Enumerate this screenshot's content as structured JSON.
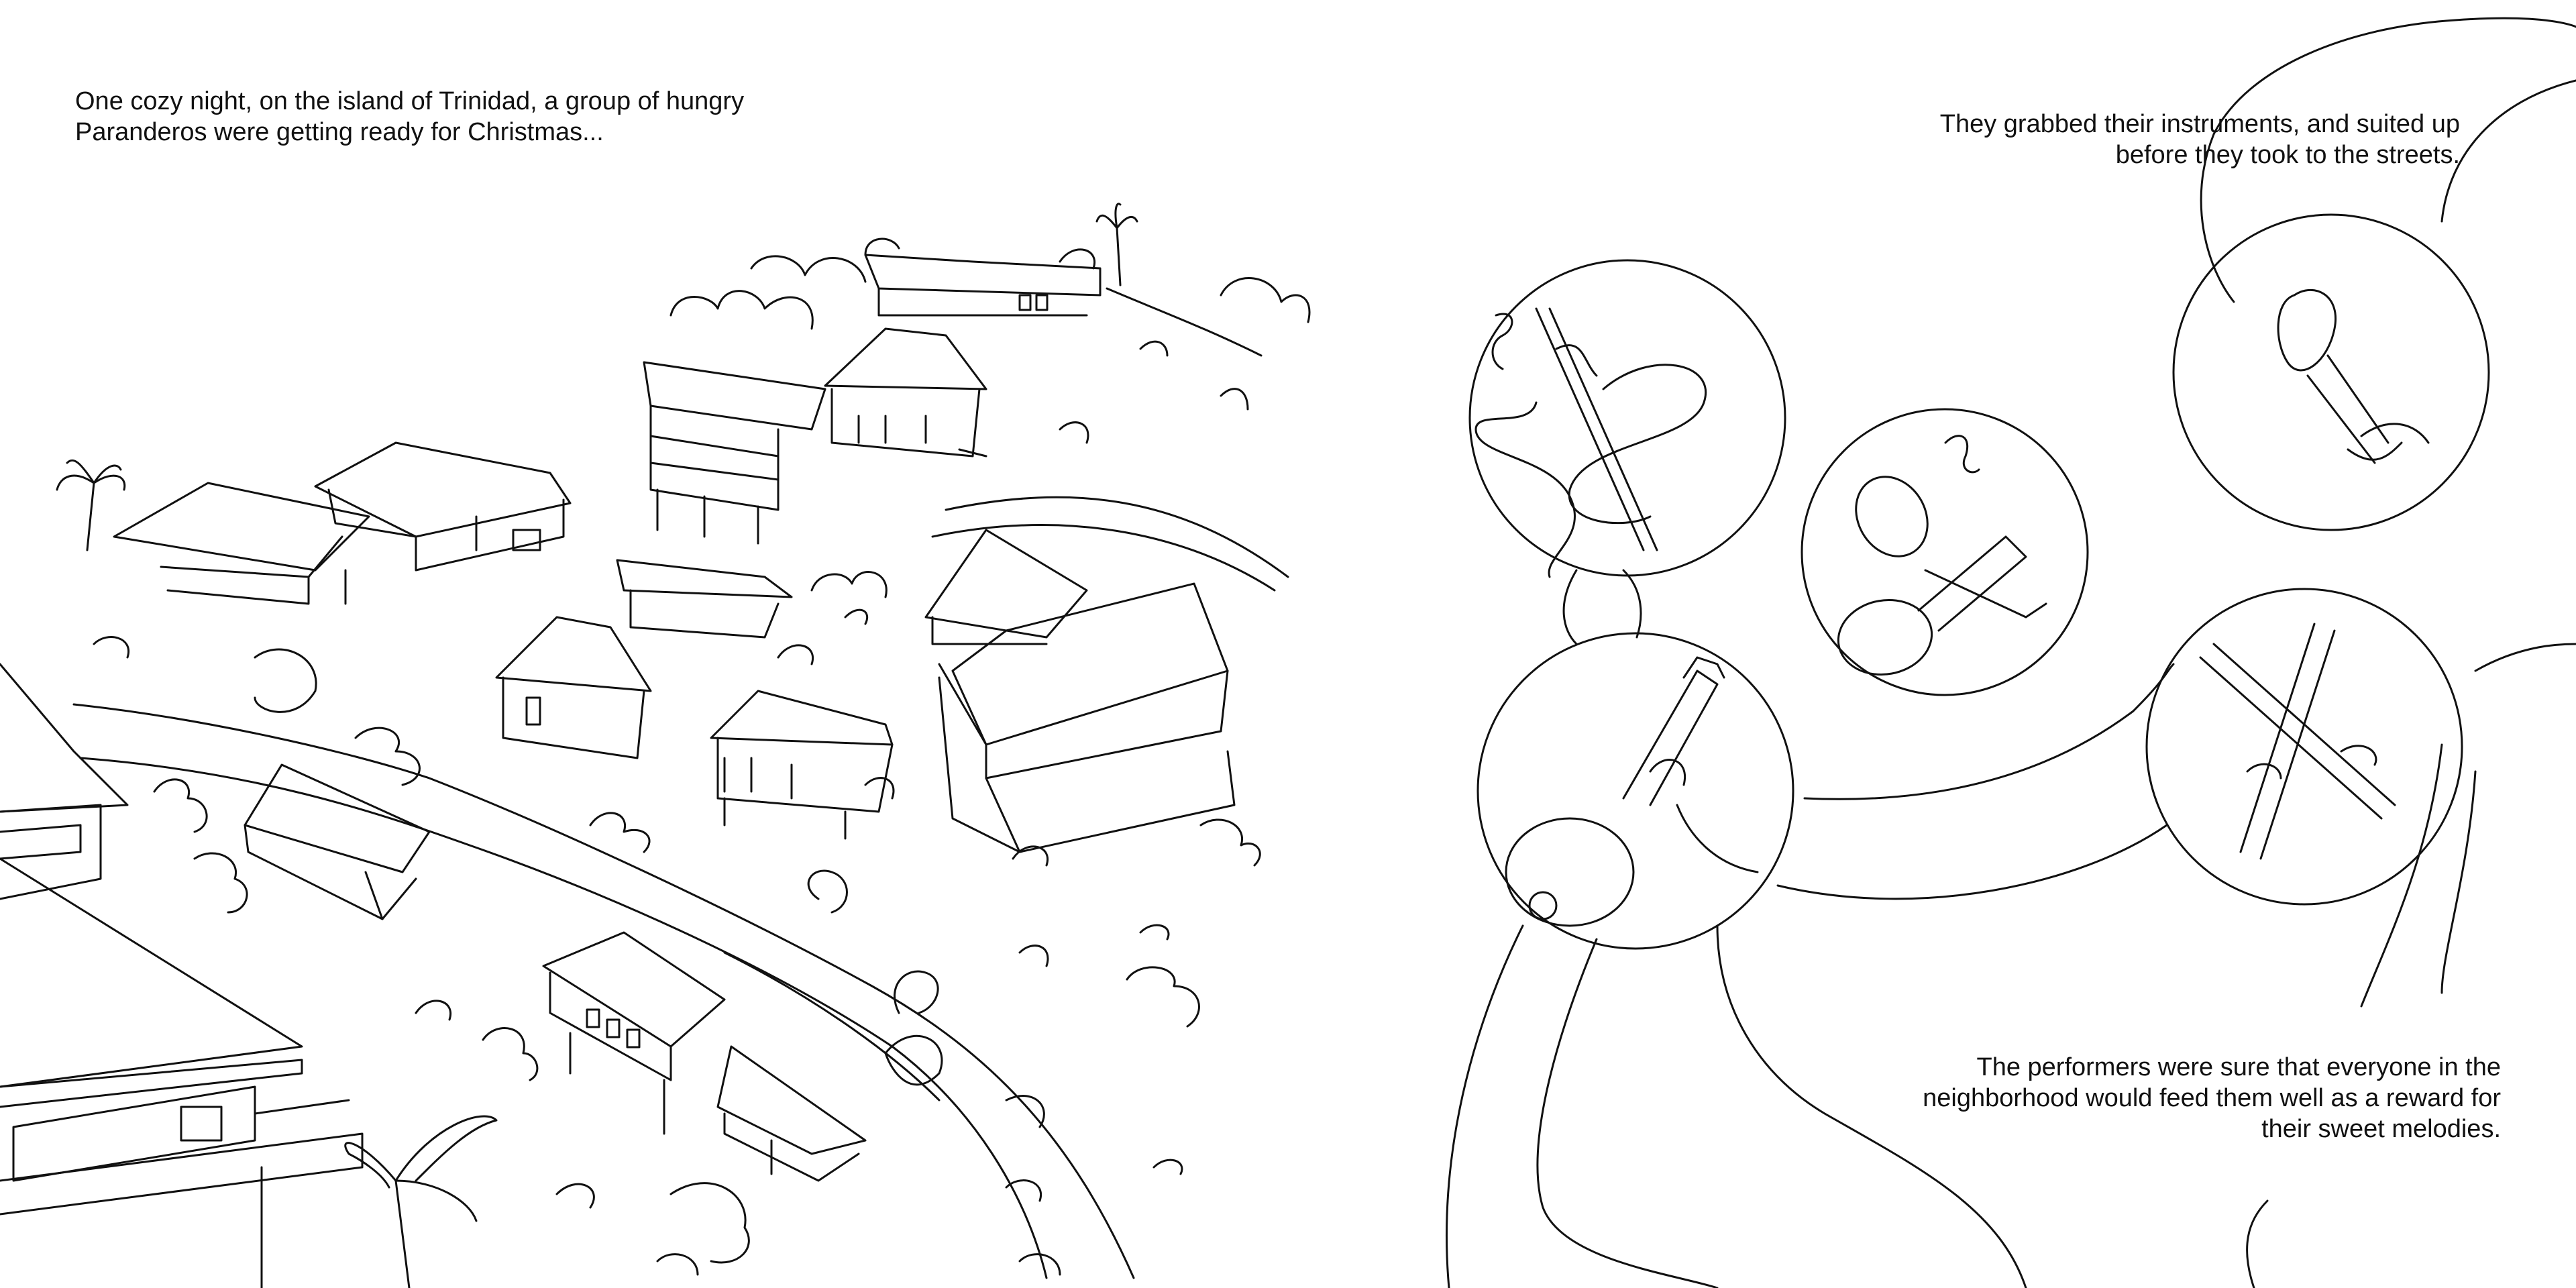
{
  "pages": {
    "left": {
      "caption_lines": [
        "One cozy night, on the island of Trinidad, a group of hungry",
        "Paranderos were getting ready for Christmas..."
      ]
    },
    "right": {
      "top_caption_lines": [
        "They grabbed their instruments, and suited up",
        "before they took to the streets."
      ],
      "bottom_caption_lines": [
        "The performers were sure that everyone in the",
        "neighborhood would feed them well as a reward for",
        "their sweet melodies."
      ]
    }
  },
  "illustrations": {
    "left": "village-hillside-line-art",
    "right": "instrument-vignettes-line-art",
    "vignettes": [
      "cuatro-scraper-icon",
      "maracas-icon",
      "microphone-icon",
      "guitar-icon",
      "drumsticks-icon"
    ]
  },
  "colors": {
    "ink": "#111111",
    "paper": "#ffffff"
  }
}
